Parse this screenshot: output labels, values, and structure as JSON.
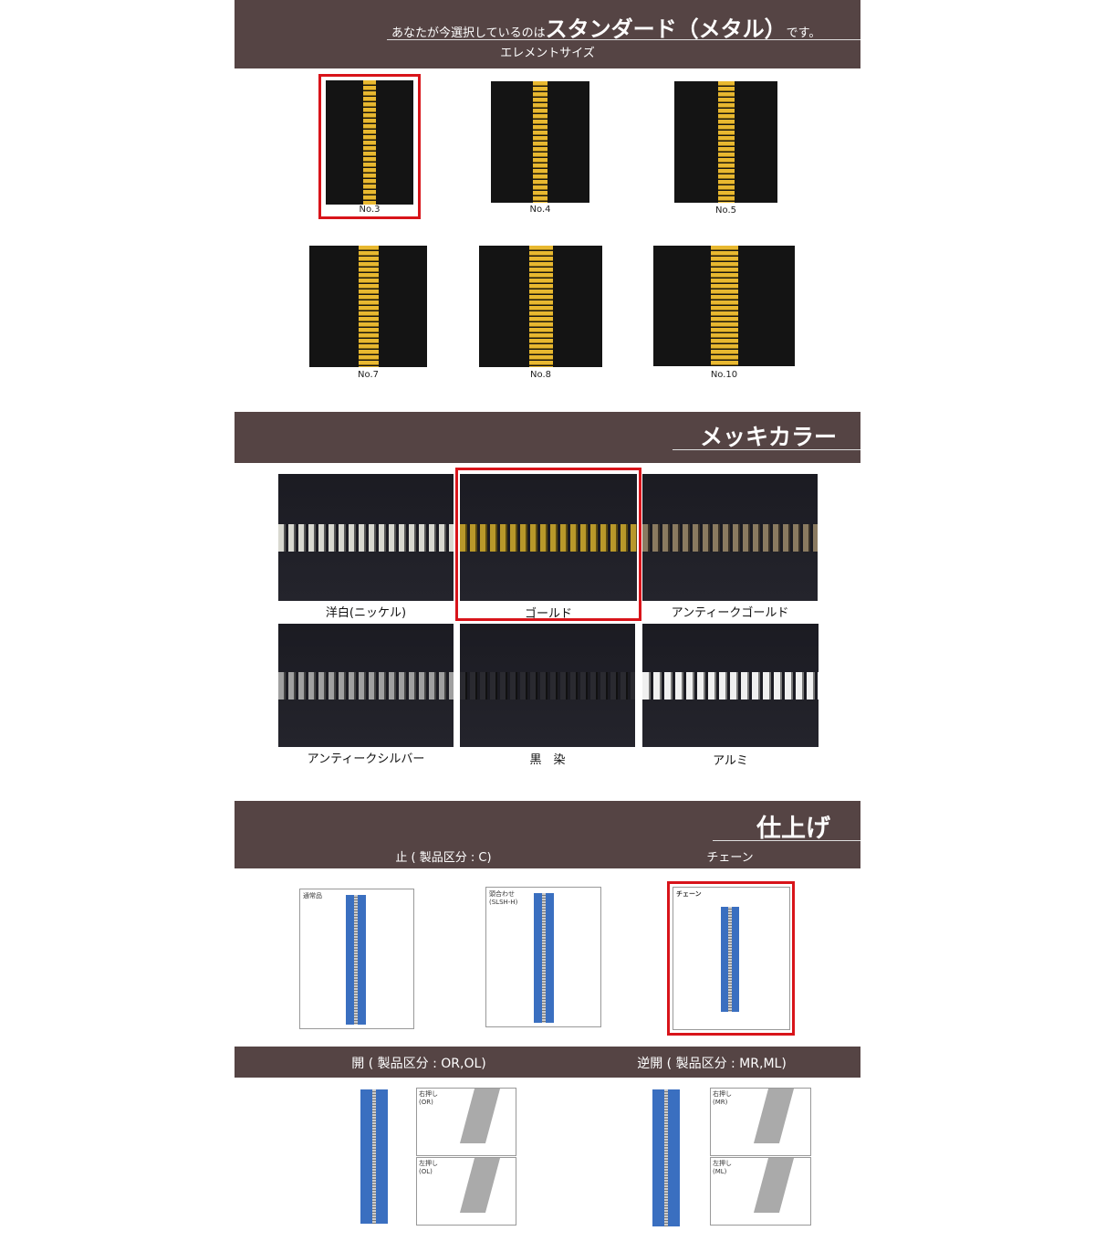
{
  "header1": {
    "prefix": "あなたが今選択しているのは",
    "product": "スタンダード（メタル）",
    "suffix": "です。",
    "subtitle": "エレメントサイズ"
  },
  "sizes": [
    {
      "label": "No.3",
      "selected": true
    },
    {
      "label": "No.4"
    },
    {
      "label": "No.5"
    },
    {
      "label": "No.7"
    },
    {
      "label": "No.8"
    },
    {
      "label": "No.10"
    }
  ],
  "header2": {
    "title": "メッキカラー"
  },
  "colors": [
    {
      "label": "洋白(ニッケル)"
    },
    {
      "label": "ゴールド",
      "selected": true
    },
    {
      "label": "アンティークゴールド"
    },
    {
      "label": "アンティークシルバー"
    },
    {
      "label": "黒　染"
    },
    {
      "label": "アルミ"
    }
  ],
  "header3": {
    "title": "仕上げ",
    "sub_left": "止 ( 製品区分 : C)",
    "sub_right": "チェーン"
  },
  "finishes": [
    {
      "caption": "通常品"
    },
    {
      "caption": "頭合わせ",
      "caption2": "(SLSH-H)"
    },
    {
      "caption": "チェーン",
      "selected": true
    }
  ],
  "open_bar": {
    "left": "開 ( 製品区分 : OR,OL)",
    "right": "逆開 ( 製品区分 : MR,ML)"
  },
  "diagrams": {
    "or_1": "右押し",
    "or_2": "(OR)",
    "ol_1": "左押し",
    "ol_2": "(OL)",
    "mr_1": "右押し",
    "mr_2": "(MR)",
    "ml_1": "左押し",
    "ml_2": "(ML)"
  },
  "colors_hex": {
    "band": "#554444",
    "selected": "#d8141a"
  }
}
